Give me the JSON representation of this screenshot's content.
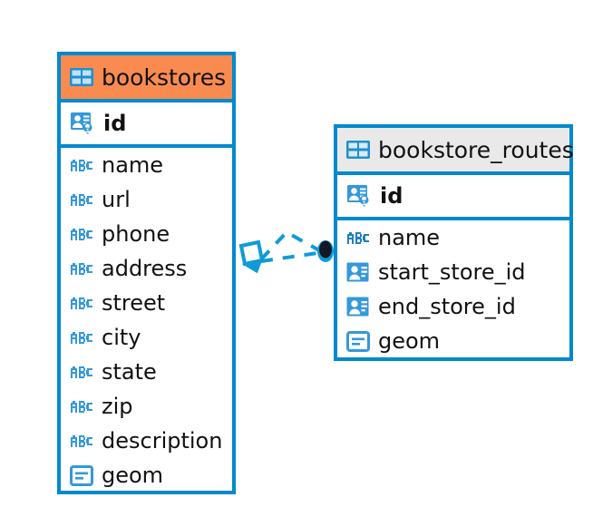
{
  "diagram": {
    "kind": "entity-relationship-diagram",
    "background": "#ffffff",
    "colors": {
      "border": "#0089ce",
      "accent_header": "#f98b50",
      "neutral_header": "#e9e9e9",
      "icon_blue": "#3498db",
      "icon_blue_dark": "#1f8fd0",
      "connector": "#0f9bd7",
      "endpoint_fill": "#111826",
      "text": "#111111"
    }
  },
  "entities": [
    {
      "name": "bookstores",
      "header_style": "accent",
      "header_icon": "table-icon",
      "columns": [
        {
          "label": "id",
          "icon": "primary-key-icon",
          "key": "primary"
        },
        {
          "label": "name",
          "icon": "text-abc-icon",
          "key": "none"
        },
        {
          "label": "url",
          "icon": "text-abc-icon",
          "key": "none"
        },
        {
          "label": "phone",
          "icon": "text-abc-icon",
          "key": "none"
        },
        {
          "label": "address",
          "icon": "text-abc-icon",
          "key": "none"
        },
        {
          "label": "street",
          "icon": "text-abc-icon",
          "key": "none"
        },
        {
          "label": "city",
          "icon": "text-abc-icon",
          "key": "none"
        },
        {
          "label": "state",
          "icon": "text-abc-icon",
          "key": "none"
        },
        {
          "label": "zip",
          "icon": "text-abc-icon",
          "key": "none"
        },
        {
          "label": "description",
          "icon": "text-abc-icon",
          "key": "none"
        },
        {
          "label": "geom",
          "icon": "geometry-icon",
          "key": "none"
        }
      ]
    },
    {
      "name": "bookstore_routes",
      "header_style": "neutral",
      "header_icon": "table-icon",
      "columns": [
        {
          "label": "id",
          "icon": "primary-key-icon",
          "key": "primary"
        },
        {
          "label": "name",
          "icon": "text-abc-icon",
          "key": "none"
        },
        {
          "label": "start_store_id",
          "icon": "foreign-key-icon",
          "key": "foreign"
        },
        {
          "label": "end_store_id",
          "icon": "foreign-key-icon",
          "key": "foreign"
        },
        {
          "label": "geom",
          "icon": "geometry-icon",
          "key": "none"
        }
      ]
    }
  ],
  "relationships": [
    {
      "from_entity": "bookstores",
      "to_entity": "bookstore_routes",
      "from_marker": "diamond-open",
      "to_marker": "circle-filled",
      "line_style": "dashed",
      "segments": 2
    }
  ]
}
